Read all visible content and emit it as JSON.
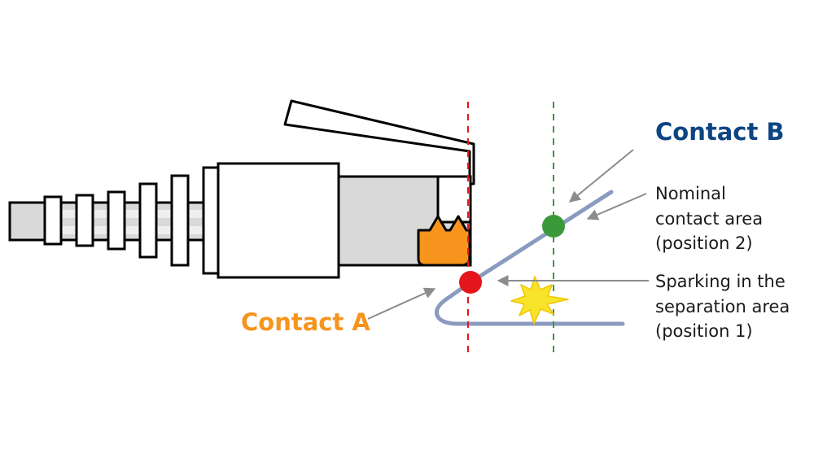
{
  "labels": {
    "contact_b": "Contact B",
    "contact_a": "Contact A",
    "nominal": [
      "Nominal",
      "contact area",
      "(position 2)"
    ],
    "sparking": [
      "Sparking in the",
      "separation area",
      "(position 1)"
    ]
  },
  "colors": {
    "contact_b": "#0d4583",
    "contact_a": "#f7941d",
    "green_dot": "#3a9a3a",
    "red_dot": "#e4161b",
    "spring": "#8a9bbf",
    "plug_fill": "#d9d9d9",
    "arrow": "#8c8c8c",
    "spark": "#f7e42a"
  }
}
